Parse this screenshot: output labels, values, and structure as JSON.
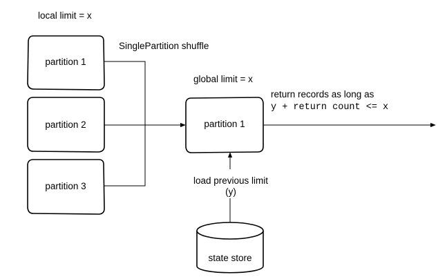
{
  "labels": {
    "local_limit": "local limit = x",
    "shuffle": "SinglePartition shuffle",
    "global_limit": "global limit = x",
    "return_line1": "return records as long as",
    "return_line2": "y + return count <= x",
    "load_line1": "load previous limit",
    "load_line2": "(y)"
  },
  "nodes": {
    "partition_1": "partition 1",
    "partition_2": "partition 2",
    "partition_3": "partition 3",
    "global_partition_1": "partition 1",
    "state_store": "state store"
  }
}
